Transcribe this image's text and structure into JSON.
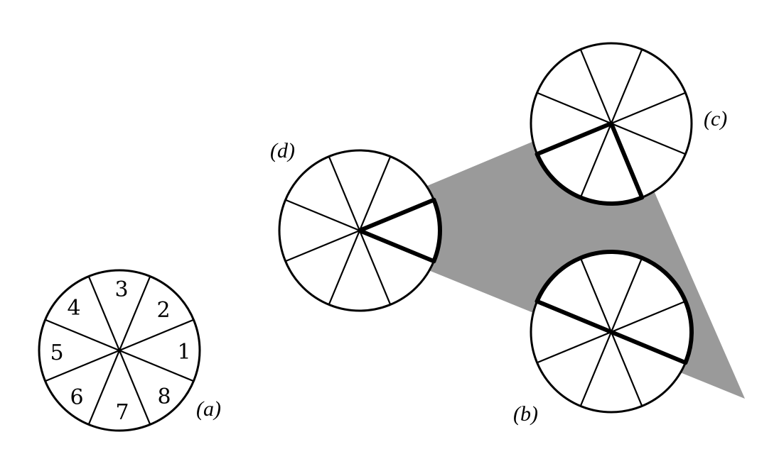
{
  "colors": {
    "triangle": "#9a9a9a",
    "stroke": "#000000",
    "background": "#ffffff"
  },
  "sector_numbers": [
    "1",
    "2",
    "3",
    "4",
    "5",
    "6",
    "7",
    "8"
  ],
  "labels": {
    "a": "(a)",
    "b": "(b)",
    "c": "(c)",
    "d": "(d)"
  }
}
